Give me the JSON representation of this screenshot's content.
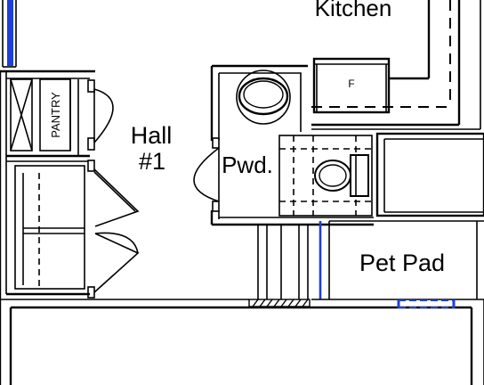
{
  "plan": {
    "rooms": {
      "kitchen": "Kitchen",
      "hall": "Hall",
      "hall_number": "#1",
      "powder": "Pwd.",
      "pet_pad": "Pet Pad",
      "pantry": "PANTRY"
    },
    "fixtures": {
      "fridge_tag": "F"
    },
    "colors": {
      "line": "#000000",
      "accent_blue": "#1f3fd6",
      "background": "#ffffff"
    }
  }
}
